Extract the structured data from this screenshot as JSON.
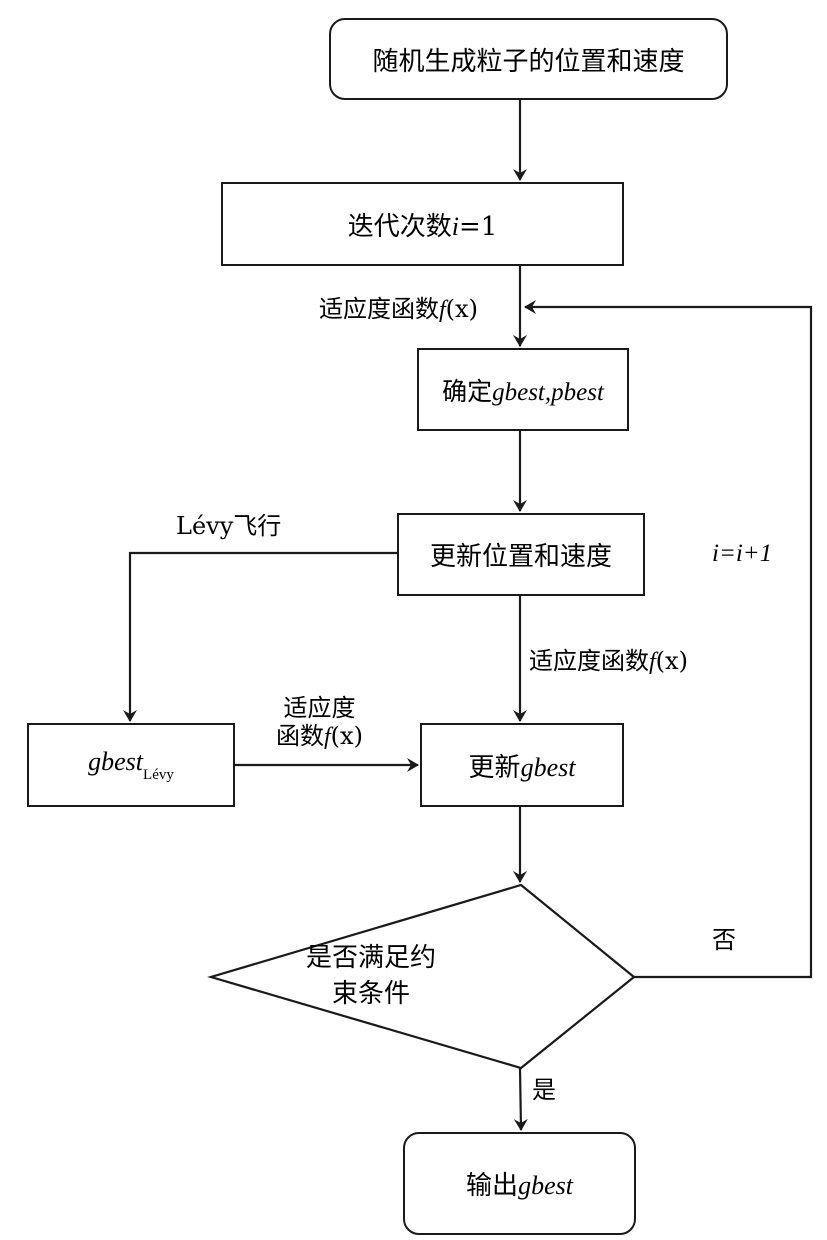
{
  "colors": {
    "stroke": "#1a1a1a",
    "background": "#ffffff",
    "text": "#000000"
  },
  "nodes": {
    "start": {
      "text": "随机生成粒子的位置和速度",
      "shape": "rounded-rect"
    },
    "init_iter": {
      "prefix": "迭代次数",
      "var": "i",
      "suffix": "=1",
      "shape": "rect"
    },
    "determine_best": {
      "prefix": "确定",
      "var": "gbest,pbest",
      "shape": "rect"
    },
    "update_pos_vel": {
      "text": "更新位置和速度",
      "shape": "rect"
    },
    "gbest_levy": {
      "var": "gbest",
      "subscript": "Lévy",
      "shape": "rect"
    },
    "update_gbest": {
      "prefix": "更新",
      "var": "gbest",
      "shape": "rect"
    },
    "decision": {
      "line1": "是否满足约",
      "line2": "束条件",
      "shape": "diamond"
    },
    "output": {
      "prefix": "输出",
      "var": "gbest",
      "shape": "rounded-rect"
    }
  },
  "edge_labels": {
    "fitness_1": {
      "prefix": "适应度函数",
      "func": "f",
      "arg": "(x)"
    },
    "levy_flight": {
      "text": "Lévy飞行"
    },
    "fitness_2": {
      "prefix": "适应度函数",
      "func": "f",
      "arg": "(x)"
    },
    "fitness_3": {
      "line1": "适应度",
      "line2_prefix": "函数",
      "func": "f",
      "arg": "(x)"
    },
    "increment": {
      "text": "i=i+1"
    },
    "no": {
      "text": "否"
    },
    "yes": {
      "text": "是"
    }
  }
}
